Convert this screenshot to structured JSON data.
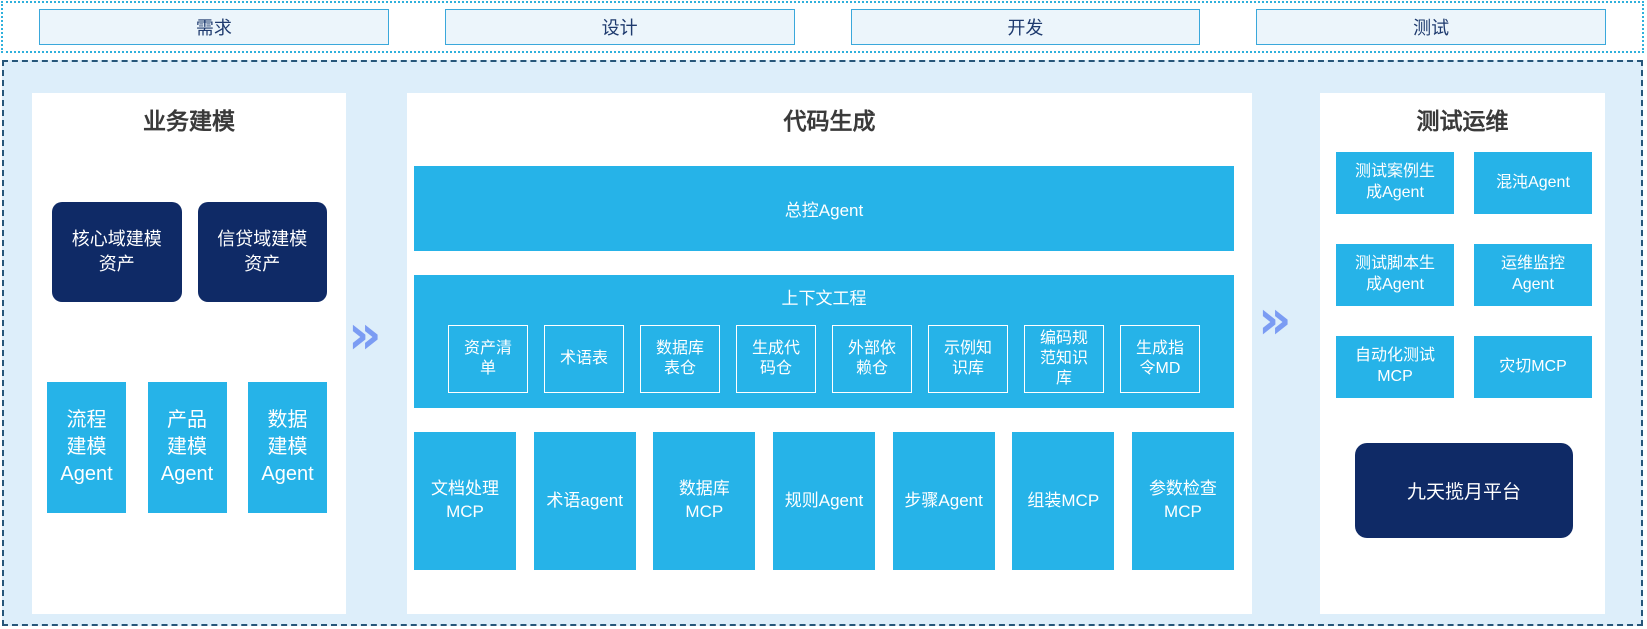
{
  "header": {
    "phases": [
      {
        "label": "需求"
      },
      {
        "label": "设计"
      },
      {
        "label": "开发"
      },
      {
        "label": "测试"
      }
    ]
  },
  "main": {
    "business_modeling": {
      "title": "业务建模",
      "asset_boxes": [
        {
          "label": "核心域建模\n资产"
        },
        {
          "label": "信贷域建模\n资产"
        }
      ],
      "agent_boxes": [
        {
          "label": "流程\n建模\nAgent"
        },
        {
          "label": "产品\n建模\nAgent"
        },
        {
          "label": "数据\n建模\nAgent"
        }
      ]
    },
    "code_generation": {
      "title": "代码生成",
      "master_agent": "总控Agent",
      "context_engineering": {
        "title": "上下文工程",
        "boxes": [
          {
            "label": "资产清\n单"
          },
          {
            "label": "术语表"
          },
          {
            "label": "数据库\n表仓"
          },
          {
            "label": "生成代\n码仓"
          },
          {
            "label": "外部依\n赖仓"
          },
          {
            "label": "示例知\n识库"
          },
          {
            "label": "编码规\n范知识\n库"
          },
          {
            "label": "生成指\n令MD"
          }
        ]
      },
      "mcp_boxes": [
        {
          "label": "文档处理\nMCP"
        },
        {
          "label": "术语agent"
        },
        {
          "label": "数据库\nMCP"
        },
        {
          "label": "规则Agent"
        },
        {
          "label": "步骤Agent"
        },
        {
          "label": "组装MCP"
        },
        {
          "label": "参数检查\nMCP"
        }
      ]
    },
    "test_ops": {
      "title": "测试运维",
      "boxes": [
        {
          "label": "测试案例生\n成Agent"
        },
        {
          "label": "混沌Agent"
        },
        {
          "label": "测试脚本生\n成Agent"
        },
        {
          "label": "运维监控\nAgent"
        },
        {
          "label": "自动化测试\nMCP"
        },
        {
          "label": "灾切MCP"
        }
      ],
      "platform": "九天揽月平台"
    },
    "arrows": {
      "glyph": "»"
    }
  },
  "colors": {
    "cyan": "#26b3e8",
    "navy": "#0f2a66",
    "area_bg": "#ddeefa",
    "panel_bg": "#ffffff",
    "strip_border": "#2fb0dc",
    "area_border": "#26567a",
    "phase_box_bg": "#ecf5fb",
    "phase_box_border": "#3aa8db",
    "phase_text": "#1e3a6e",
    "title_text": "#3a3a3a",
    "arrow": "#7b9cf3"
  }
}
